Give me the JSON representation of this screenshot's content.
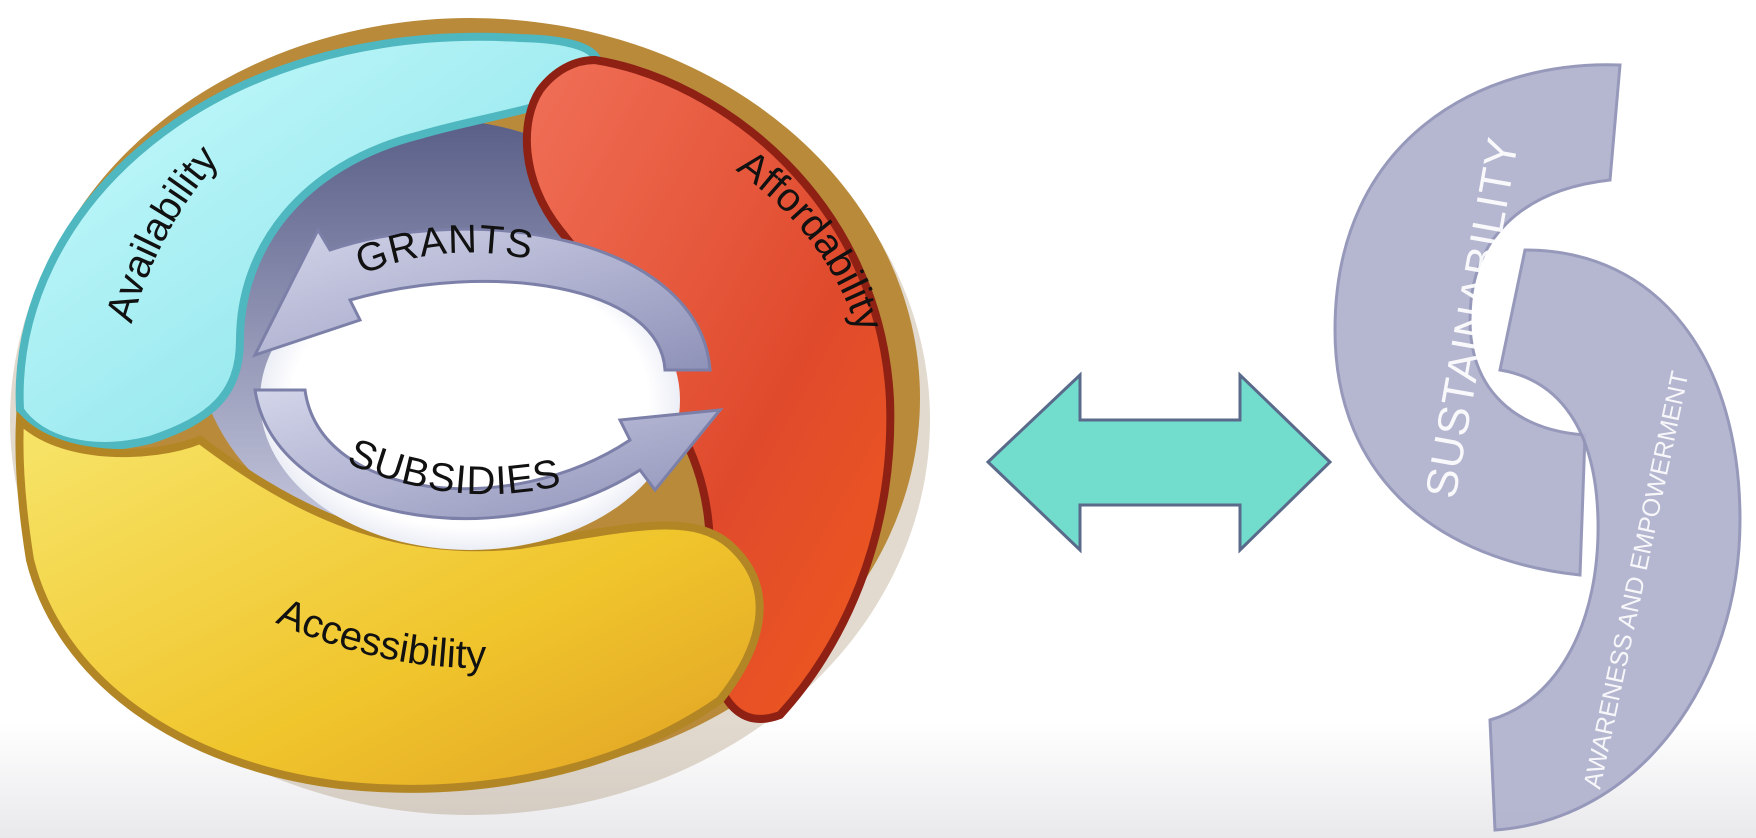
{
  "ring": {
    "segments": [
      {
        "label": "Availability",
        "color": "#9EEFF2"
      },
      {
        "label": "Affordability",
        "color": "#E8472C"
      },
      {
        "label": "Accessibility",
        "color": "#F2C930"
      }
    ]
  },
  "center": {
    "top_label": "GRANTS",
    "bottom_label": "SUBSIDIES"
  },
  "connector": {
    "icon": "double-arrow-icon",
    "color": "#72DCCD"
  },
  "s_shape": {
    "upper_label": "SUSTAINABILITY",
    "lower_label": "AWARENESS AND EMPOWERMENT",
    "color": "#B2B4CF"
  }
}
